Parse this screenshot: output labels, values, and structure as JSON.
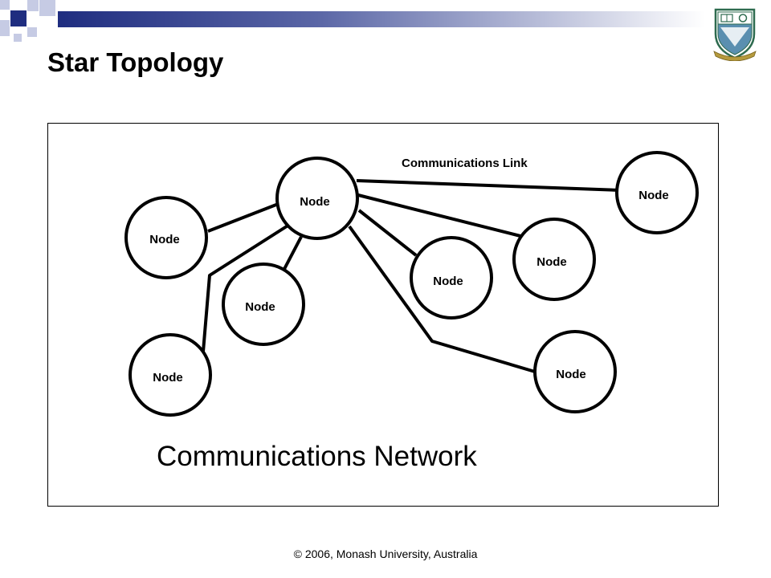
{
  "slide": {
    "title": "Star Topology",
    "footer": "© 2006,  Monash University, Australia"
  },
  "diagram": {
    "link_label": "Communications Link",
    "network_label": "Communications Network",
    "nodes": [
      {
        "id": "hub",
        "label": "Node"
      },
      {
        "id": "far-right",
        "label": "Node"
      },
      {
        "id": "left",
        "label": "Node"
      },
      {
        "id": "center-left",
        "label": "Node"
      },
      {
        "id": "center",
        "label": "Node"
      },
      {
        "id": "right",
        "label": "Node"
      },
      {
        "id": "bottom-left",
        "label": "Node"
      },
      {
        "id": "bottom-right",
        "label": "Node"
      }
    ]
  },
  "colors": {
    "header_dark": "#1f2d80",
    "header_light": "#b9bed9",
    "logo_gold": "#b59a3d",
    "logo_green": "#2e6b4f"
  }
}
